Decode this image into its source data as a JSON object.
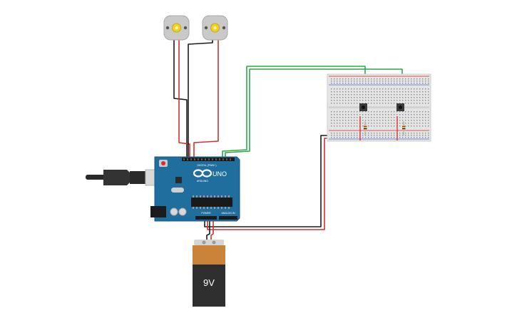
{
  "circuit": {
    "arduino": {
      "logo_text": "UNO",
      "brand_text": "ARDUINO",
      "header_digital_label": "DIGITAL (PWM~)",
      "header_power_label": "POWER",
      "header_analog_label": "ANALOG IN",
      "color": "#1f6e9e"
    },
    "battery": {
      "label": "9V",
      "body_color": "#2f2f2f",
      "top_color": "#c9843a"
    },
    "motors": [
      {
        "name": "dc-motor-1",
        "shaft_color": "#f1d21e"
      },
      {
        "name": "dc-motor-2",
        "shaft_color": "#f1d21e"
      }
    ],
    "wire_colors": {
      "red": "#d0312d",
      "black": "#1c1c1c",
      "green": "#2ba84a"
    },
    "breadboard": {
      "rail_red": "#d0312d",
      "rail_blue": "#4a6fd1"
    }
  }
}
